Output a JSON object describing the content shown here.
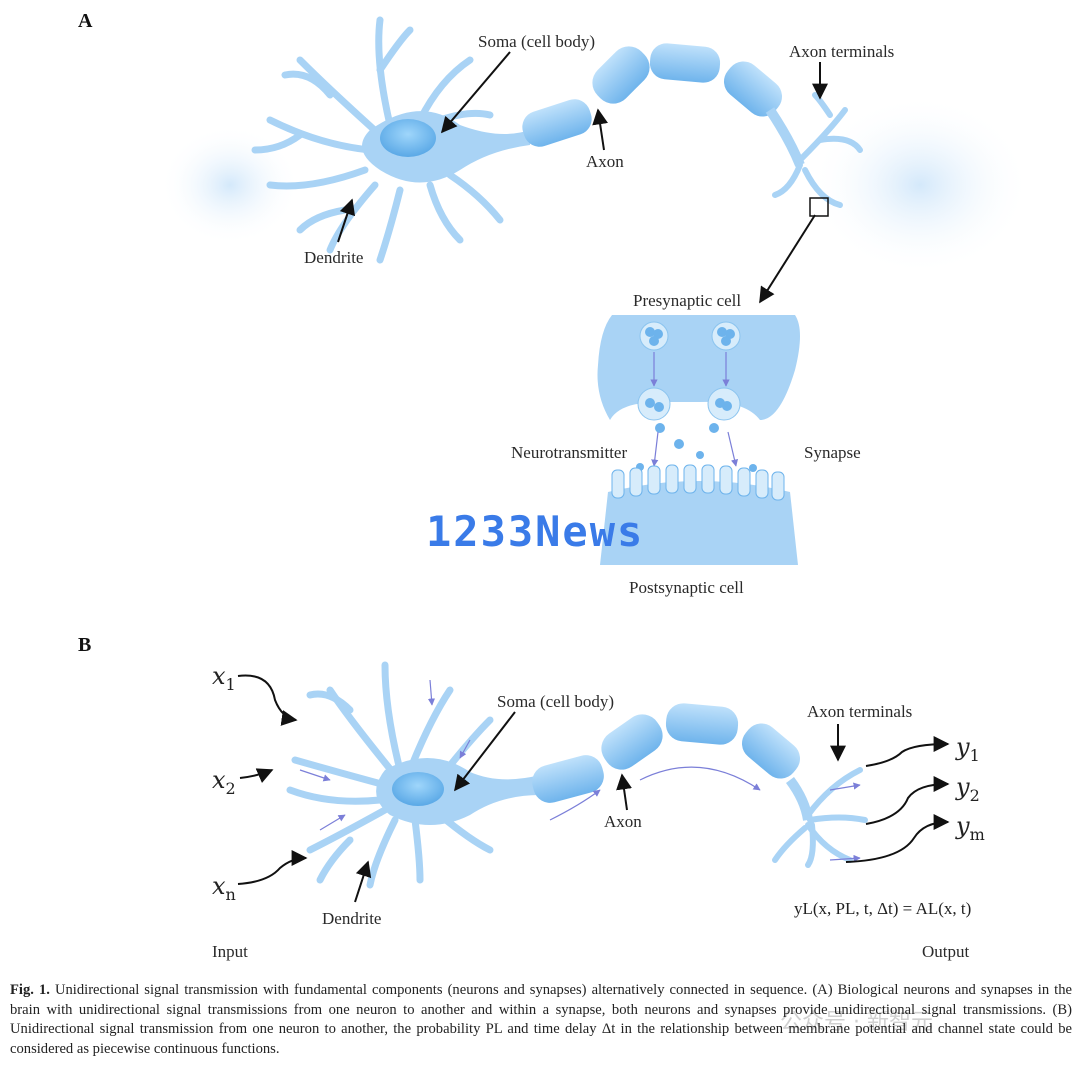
{
  "panel_a": {
    "label": "A",
    "soma": "Soma (cell body)",
    "axon": "Axon",
    "axon_terminals": "Axon terminals",
    "dendrite": "Dendrite",
    "presynaptic": "Presynaptic cell",
    "neurotransmitter": "Neurotransmitter",
    "synapse": "Synapse",
    "postsynaptic": "Postsynaptic cell"
  },
  "panel_b": {
    "label": "B",
    "soma": "Soma (cell body)",
    "axon": "Axon",
    "axon_terminals": "Axon terminals",
    "dendrite": "Dendrite",
    "inputs": [
      {
        "base": "x",
        "sub": "1"
      },
      {
        "base": "x",
        "sub": "2"
      },
      {
        "base": "x",
        "sub": "n"
      }
    ],
    "outputs": [
      {
        "base": "y",
        "sub": "1"
      },
      {
        "base": "y",
        "sub": "2"
      },
      {
        "base": "y",
        "sub": "m"
      }
    ],
    "equation": "yL(x, PL, t, Δt) = AL(x, t)",
    "input_label": "Input",
    "output_label": "Output"
  },
  "watermark": "1233News",
  "watermark2": "公众号 · 新智元",
  "caption": {
    "fig_label": "Fig. 1.",
    "text": " Unidirectional signal transmission with fundamental components (neurons and synapses) alternatively connected in sequence. (A) Biological neurons and synapses in the brain with unidirectional signal transmissions from one neuron to another and within a synapse, both neurons and synapses provide unidirectional signal transmissions. (B) Unidirectional signal transmission from one neuron to another, the probability PL and time delay Δt in the relationship between membrane potential and channel state could be considered as piecewise continuous functions."
  },
  "colors": {
    "cell_fill": "#a9d3f5",
    "cell_dark": "#6db3ec",
    "membrane": "#b9dcf7",
    "arrow": "#111111",
    "flow_arrow": "#7b7fd8"
  }
}
